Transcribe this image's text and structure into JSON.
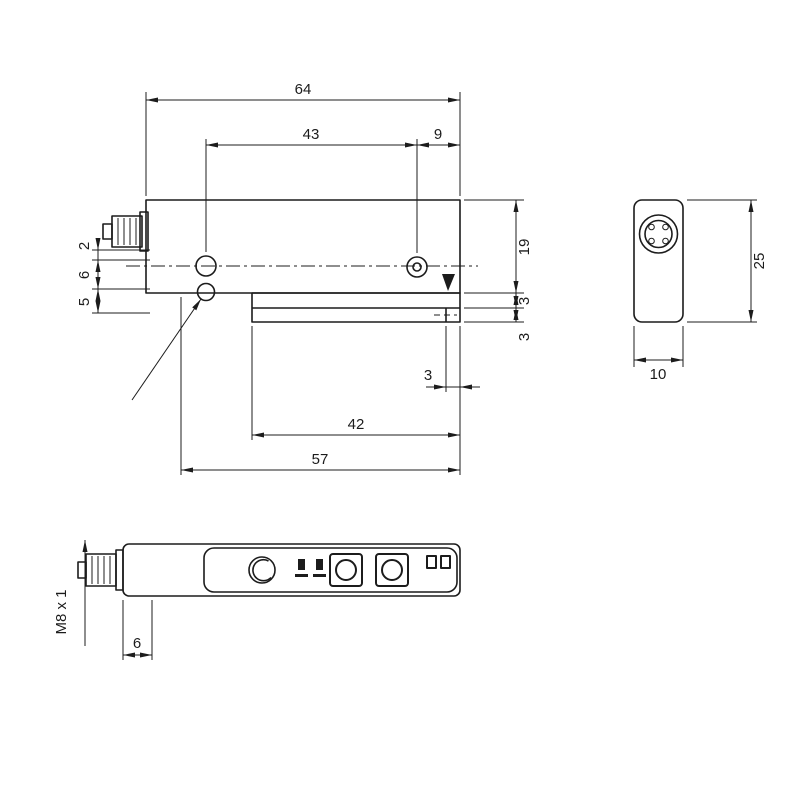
{
  "page": {
    "background": "#ffffff",
    "line_color": "#1c1c1c"
  },
  "side_view": {
    "dims": {
      "overall_width": "64",
      "hole_span": "43",
      "right_offset": "9",
      "body_height": "19",
      "rail_height": "3",
      "lip_height": "3",
      "left_offset_top": "2",
      "left_hole_spacing": "6",
      "left_offset_bottom": "5",
      "clamp_width": "3",
      "rail_length": "42",
      "lower_length": "57"
    }
  },
  "end_view": {
    "dims": {
      "height": "25",
      "width": "10"
    }
  },
  "top_view": {
    "dims": {
      "connector_thread": "M8 x 1",
      "connector_length": "6"
    }
  }
}
